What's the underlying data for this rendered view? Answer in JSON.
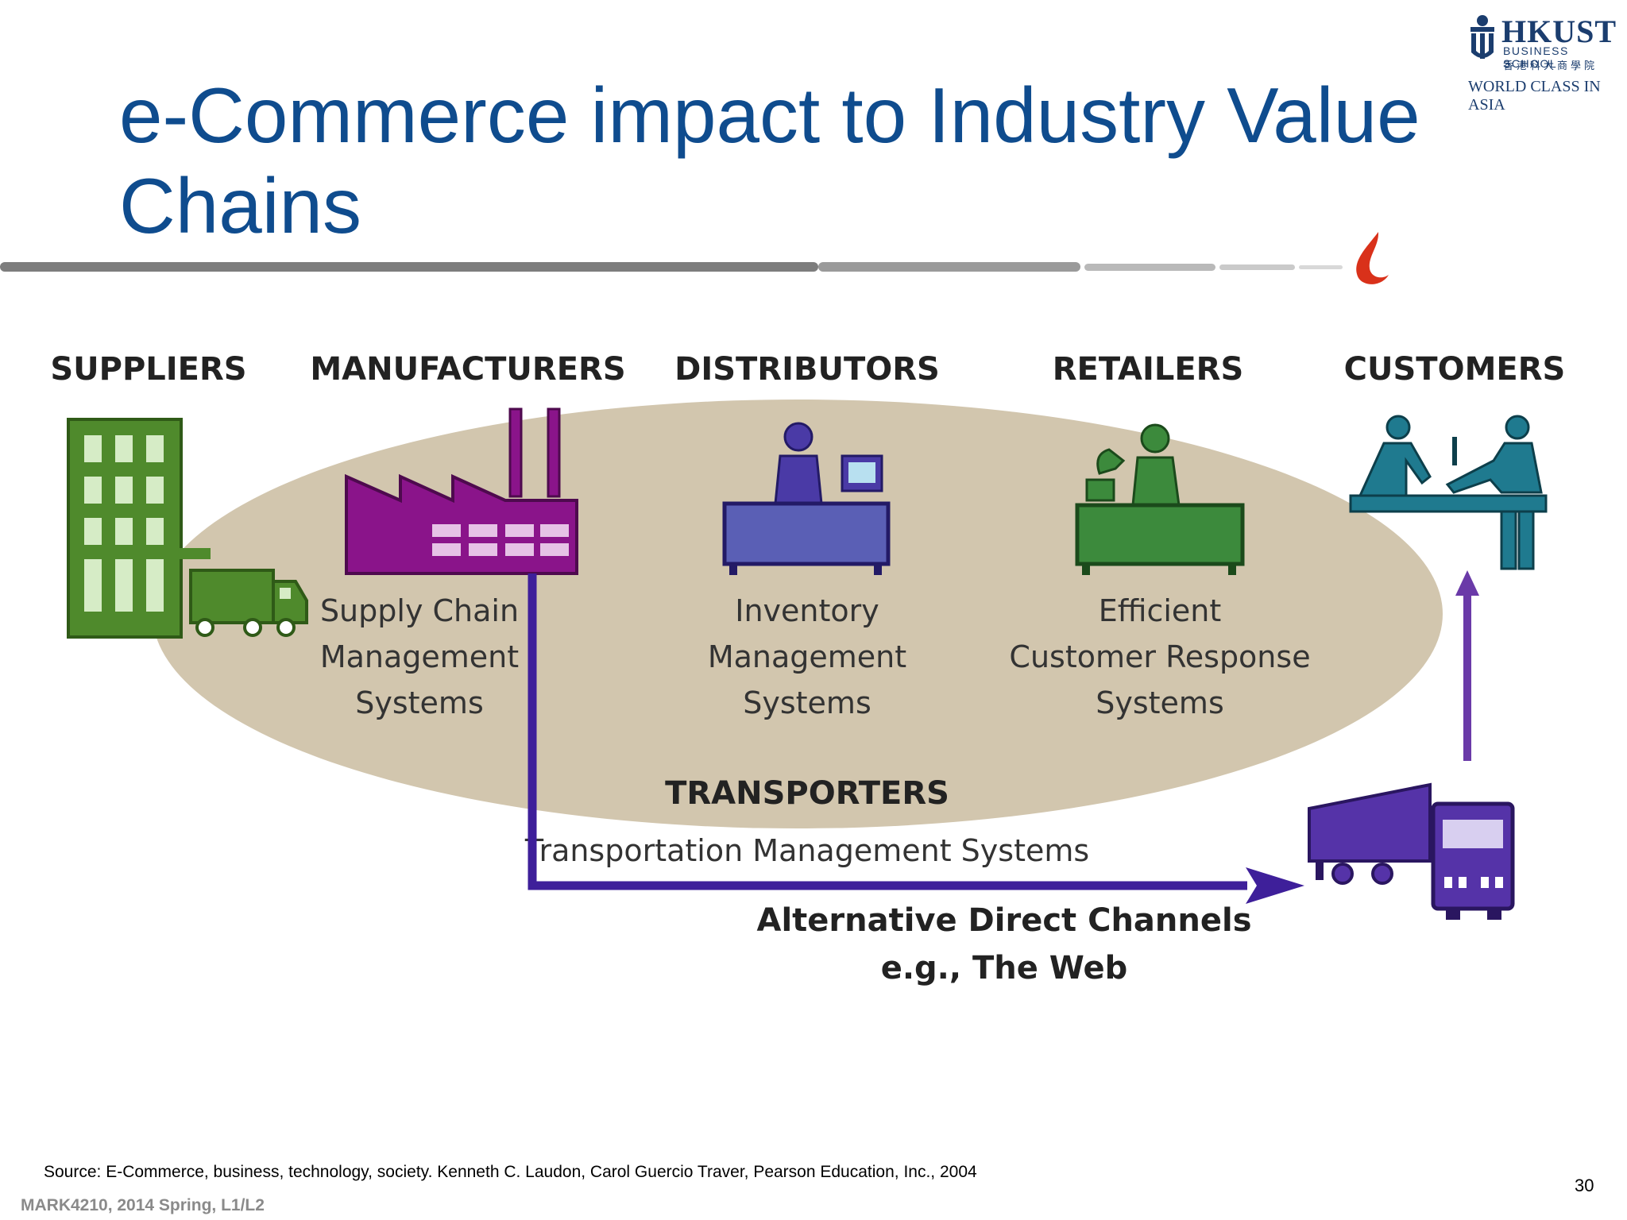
{
  "slide": {
    "title": "e-Commerce impact to Industry Value Chains",
    "logo": {
      "name": "HKUST",
      "subtitle": "BUSINESS SCHOOL",
      "chinese": "香港科大商學院",
      "tagline": "WORLD CLASS IN ASIA"
    },
    "source": "Source: E-Commerce, business, technology, society. Kenneth C. Laudon, Carol Guercio Traver, Pearson Education, Inc., 2004",
    "page_number": "30",
    "course": "MARK4210, 2014 Spring, L1/L2"
  },
  "diagram": {
    "stages": [
      {
        "label": "SUPPLIERS",
        "icon": "office-building-icon",
        "color": "#4f8a2c"
      },
      {
        "label": "MANUFACTURERS",
        "icon": "factory-icon",
        "color": "#8a148a",
        "system": [
          "Supply Chain",
          "Management",
          "Systems"
        ]
      },
      {
        "label": "DISTRIBUTORS",
        "icon": "desk-worker-computer-icon",
        "color": "#5a5fb5",
        "system": [
          "Inventory",
          "Management",
          "Systems"
        ]
      },
      {
        "label": "RETAILERS",
        "icon": "desk-worker-phone-icon",
        "color": "#3c8a3c",
        "system": [
          "Efficient",
          "Customer Response",
          "Systems"
        ]
      },
      {
        "label": "CUSTOMERS",
        "icon": "customers-counter-icon",
        "color": "#1f7a8f"
      }
    ],
    "transporters": {
      "label": "TRANSPORTERS",
      "system": "Transportation Management Systems"
    },
    "channel": {
      "line1": "Alternative Direct Channels",
      "line2": "e.g., The Web"
    },
    "colors": {
      "ellipse": "#d2c6ae",
      "arrow": "#3e1f9a",
      "truck_purple": "#5533a8",
      "up_arrow": "#6a3aa8"
    }
  }
}
